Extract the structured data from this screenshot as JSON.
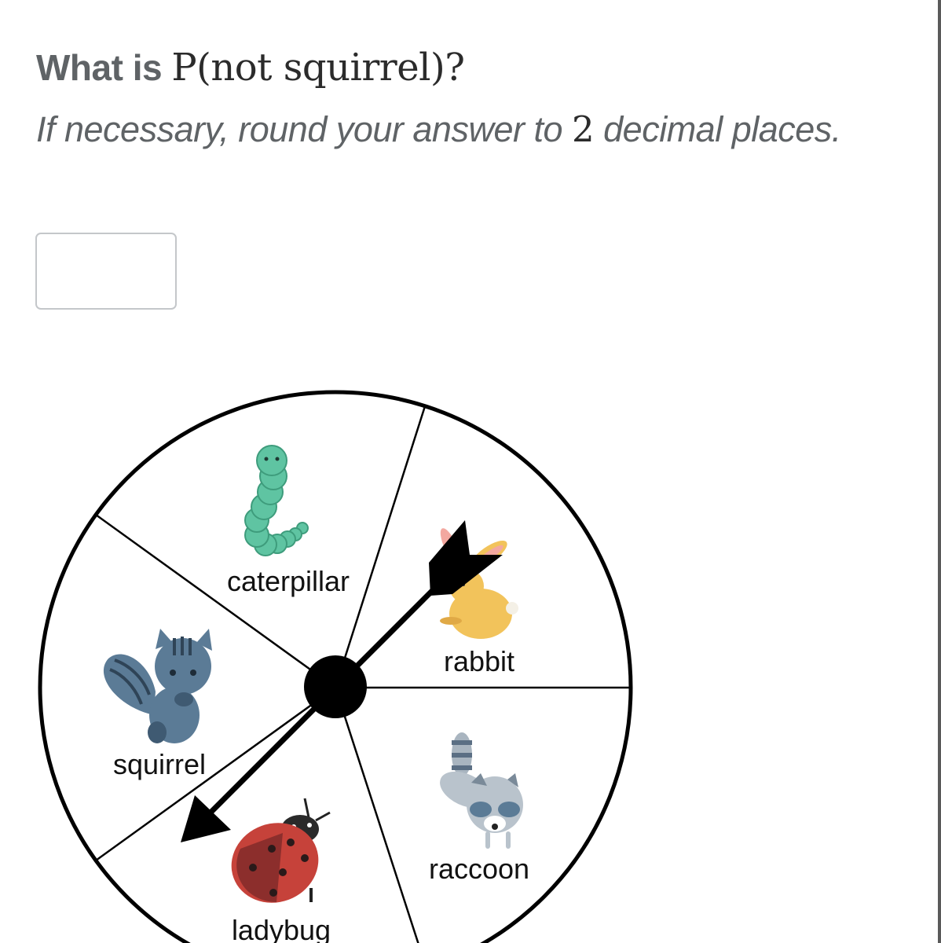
{
  "question": {
    "prefix": "What is ",
    "expression": "P(not squirrel)?"
  },
  "instruction": {
    "before": "If necessary, round your answer to ",
    "number": "2",
    "after": " decimal places."
  },
  "answer": {
    "value": "",
    "placeholder": ""
  },
  "spinner": {
    "sections": [
      {
        "label": "caterpillar",
        "icon": "caterpillar-icon",
        "color": "#5fc4a2"
      },
      {
        "label": "rabbit",
        "icon": "rabbit-icon",
        "color": "#f2c35b"
      },
      {
        "label": "raccoon",
        "icon": "raccoon-icon",
        "color": "#a9b5c0"
      },
      {
        "label": "ladybug",
        "icon": "ladybug-icon",
        "color": "#c6423a"
      },
      {
        "label": "squirrel",
        "icon": "squirrel-icon",
        "color": "#5b7b96"
      }
    ],
    "arrow_color": "#000000"
  }
}
